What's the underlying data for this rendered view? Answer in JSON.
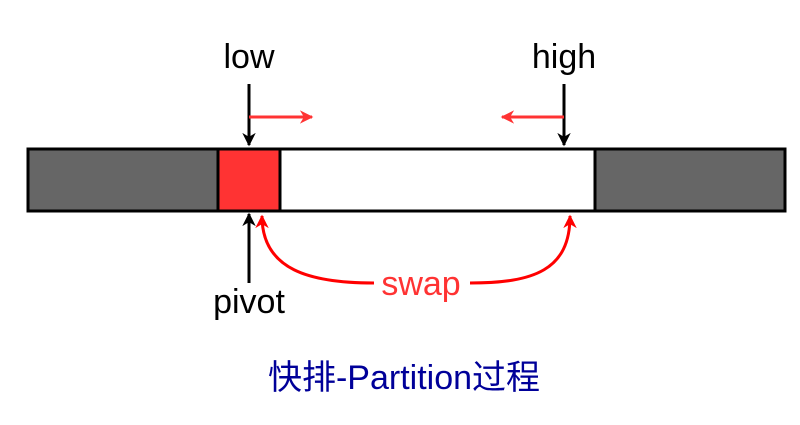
{
  "labels": {
    "low": "low",
    "high": "high",
    "pivot": "pivot",
    "swap": "swap"
  },
  "caption": "快排-Partition过程",
  "colors": {
    "processed_segment": "#666666",
    "pivot_cell": "#ff3333",
    "active_range": "#ffffff",
    "outline": "#000000",
    "pointer_arrow": "#000000",
    "move_arrow": "#ff3333",
    "swap_arrow": "#ff0000",
    "swap_text": "#ff3333",
    "caption_text": "#000099"
  }
}
